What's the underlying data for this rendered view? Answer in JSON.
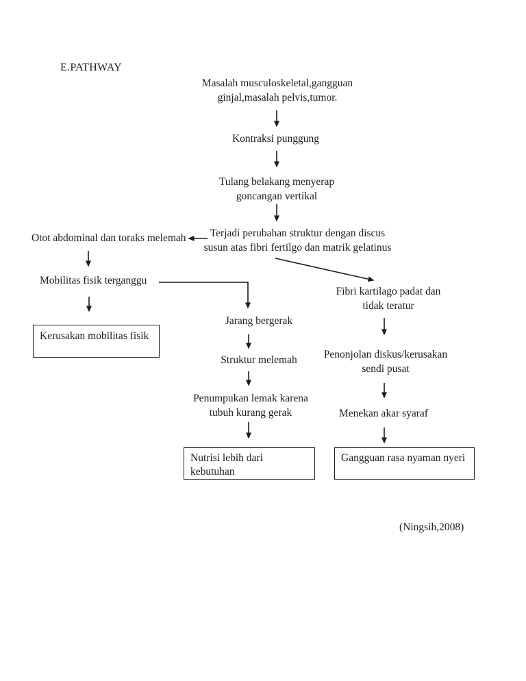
{
  "page": {
    "title": "E.PATHWAY",
    "citation": "(Ningsih,2008)",
    "background_color": "#ffffff",
    "ink_color": "#1c1c1c"
  },
  "diagram": {
    "nodes": {
      "masalah": "Masalah musculoskeletal,gangguan\nginjal,masalah pelvis,tumor.",
      "kontraksi": "Kontraksi punggung",
      "tulang": "Tulang belakang menyerap\ngoncangan vertikal",
      "terjadi": "Terjadi perubahan struktur dengan discus\nsusun atas fibri fertilgo dan matrik gelatinus",
      "otot": "Otot abdominal dan toraks melemah",
      "mobilitas": "Mobilitas fisik terganggu",
      "kerusakan": "Kerusakan mobilitas fisik",
      "jarang": "Jarang bergerak",
      "struktur": "Struktur melemah",
      "penumpukan": "Penumpukan lemak karena\ntubuh kurang gerak",
      "nutrisi": "Nutrisi lebih dari kebutuhan",
      "fibri": "Fibri kartilago padat dan\ntidak teratur",
      "penonjolan": "Penonjolan diskus/kerusakan\nsendi pusat",
      "menekan": "Menekan akar syaraf",
      "gangguan": "Gangguan rasa nyaman nyeri"
    },
    "edges": [
      {
        "from": "masalah",
        "to": "kontraksi"
      },
      {
        "from": "kontraksi",
        "to": "tulang"
      },
      {
        "from": "tulang",
        "to": "terjadi"
      },
      {
        "from": "terjadi",
        "to": "otot"
      },
      {
        "from": "terjadi",
        "to": "fibri"
      },
      {
        "from": "otot",
        "to": "mobilitas"
      },
      {
        "from": "mobilitas",
        "to": "kerusakan"
      },
      {
        "from": "mobilitas",
        "to": "jarang"
      },
      {
        "from": "jarang",
        "to": "struktur"
      },
      {
        "from": "struktur",
        "to": "penumpukan"
      },
      {
        "from": "penumpukan",
        "to": "nutrisi"
      },
      {
        "from": "fibri",
        "to": "penonjolan"
      },
      {
        "from": "penonjolan",
        "to": "menekan"
      },
      {
        "from": "menekan",
        "to": "gangguan"
      }
    ]
  }
}
